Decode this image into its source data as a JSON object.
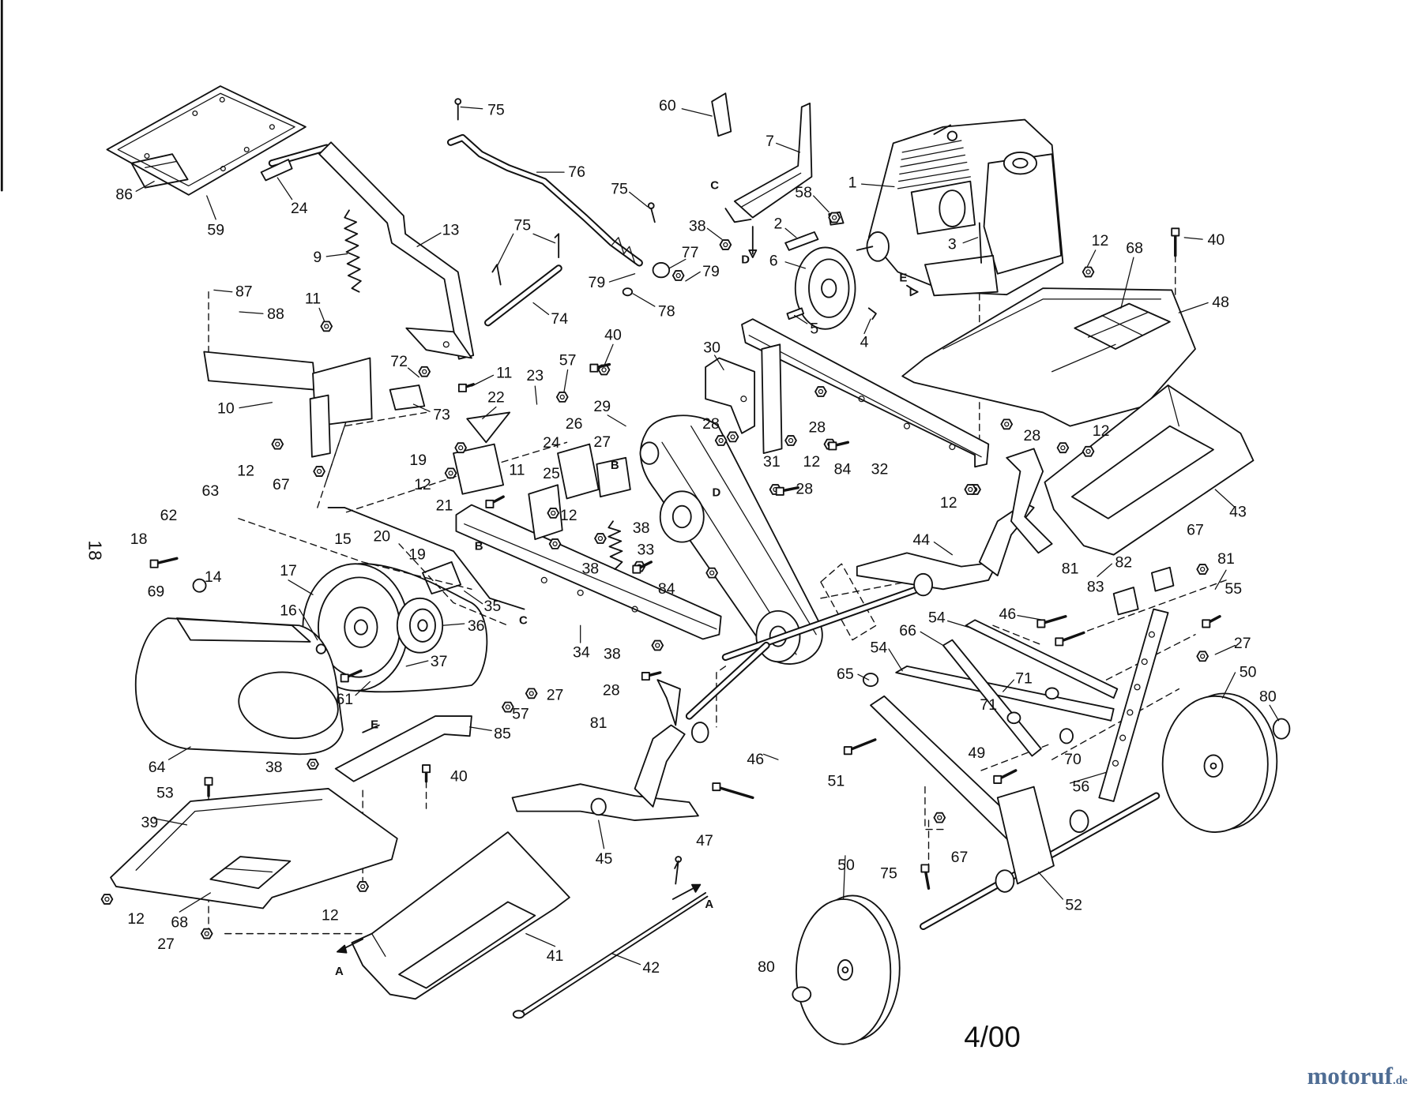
{
  "diagram": {
    "page_number": "18",
    "revision_date": "4/00"
  },
  "part_numbers": [
    "75",
    "60",
    "7",
    "76",
    "75",
    "1",
    "86",
    "24",
    "59",
    "13",
    "9",
    "75",
    "58",
    "38",
    "2",
    "3",
    "40",
    "12",
    "68",
    "6",
    "77",
    "79",
    "79",
    "48",
    "87",
    "88",
    "11",
    "78",
    "74",
    "5",
    "4",
    "40",
    "30",
    "72",
    "57",
    "11",
    "23",
    "22",
    "10",
    "73",
    "29",
    "28",
    "28",
    "28",
    "12",
    "26",
    "24",
    "27",
    "19",
    "12",
    "67",
    "12",
    "31",
    "12",
    "84",
    "32",
    "11",
    "25",
    "21",
    "28",
    "12",
    "63",
    "12",
    "38",
    "43",
    "20",
    "15",
    "62",
    "18",
    "33",
    "44",
    "67",
    "82",
    "81",
    "81",
    "38",
    "19",
    "17",
    "14",
    "55",
    "83",
    "84",
    "69",
    "35",
    "46",
    "54",
    "16",
    "36",
    "66",
    "54",
    "27",
    "50",
    "34",
    "38",
    "37",
    "71",
    "65",
    "61",
    "28",
    "57",
    "27",
    "80",
    "71",
    "81",
    "85",
    "49",
    "70",
    "46",
    "64",
    "38",
    "40",
    "51",
    "56",
    "53",
    "39",
    "47",
    "45",
    "67",
    "50",
    "75",
    "52",
    "12",
    "12",
    "68",
    "27",
    "41",
    "42",
    "80"
  ],
  "reference_letters": [
    "C",
    "D",
    "E",
    "B",
    "D",
    "B",
    "C",
    "E",
    "A",
    "A"
  ],
  "watermark": {
    "brand": "motoruf",
    "tld": ".de"
  },
  "colors": {
    "ink": "#111111",
    "paper": "#ffffff",
    "watermark": "#4f6d94"
  }
}
